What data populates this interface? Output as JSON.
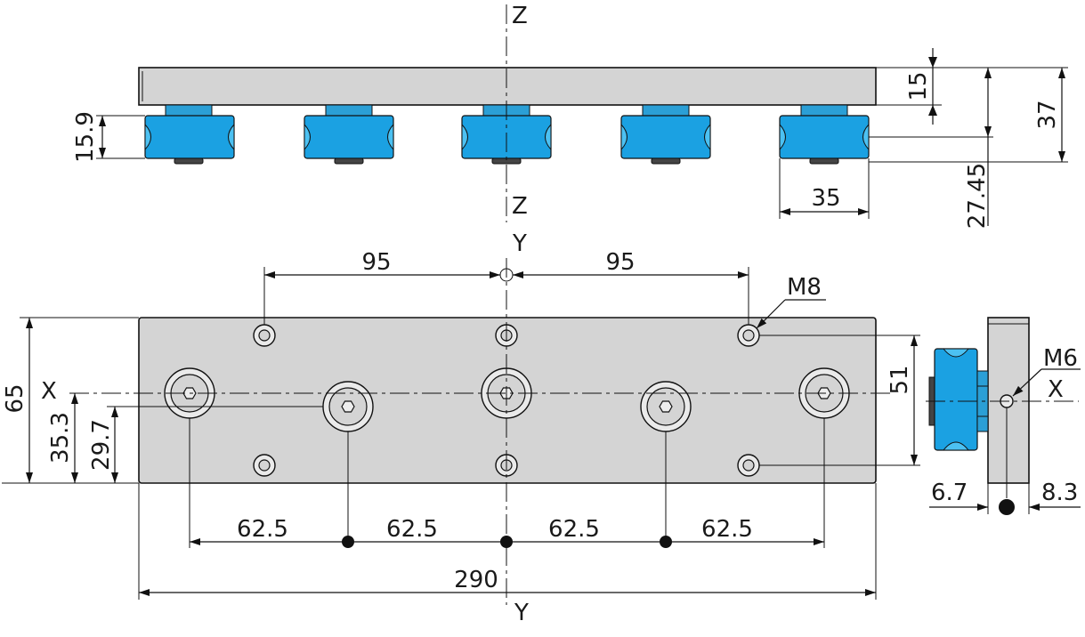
{
  "axes": {
    "z_top": "Z",
    "z_bottom": "Z",
    "y_top": "Y",
    "y_bottom": "Y",
    "x_left": "X",
    "x_right": "X"
  },
  "dimensions": {
    "d_15_9": "15.9",
    "d_15": "15",
    "d_37": "37",
    "d_27_45": "27.45",
    "d_35": "35",
    "d_95_left": "95",
    "d_95_right": "95",
    "d_m8": "M8",
    "d_m6": "M6",
    "d_65": "65",
    "d_35_3": "35.3",
    "d_29_7": "29.7",
    "d_51": "51",
    "d_62_5_a": "62.5",
    "d_62_5_b": "62.5",
    "d_62_5_c": "62.5",
    "d_62_5_d": "62.5",
    "d_290": "290",
    "d_6_7": "6.7",
    "d_8_3": "8.3"
  },
  "colors": {
    "plate": "#d4d4d4",
    "wheel": "#1ba1e2",
    "line": "#111111"
  }
}
